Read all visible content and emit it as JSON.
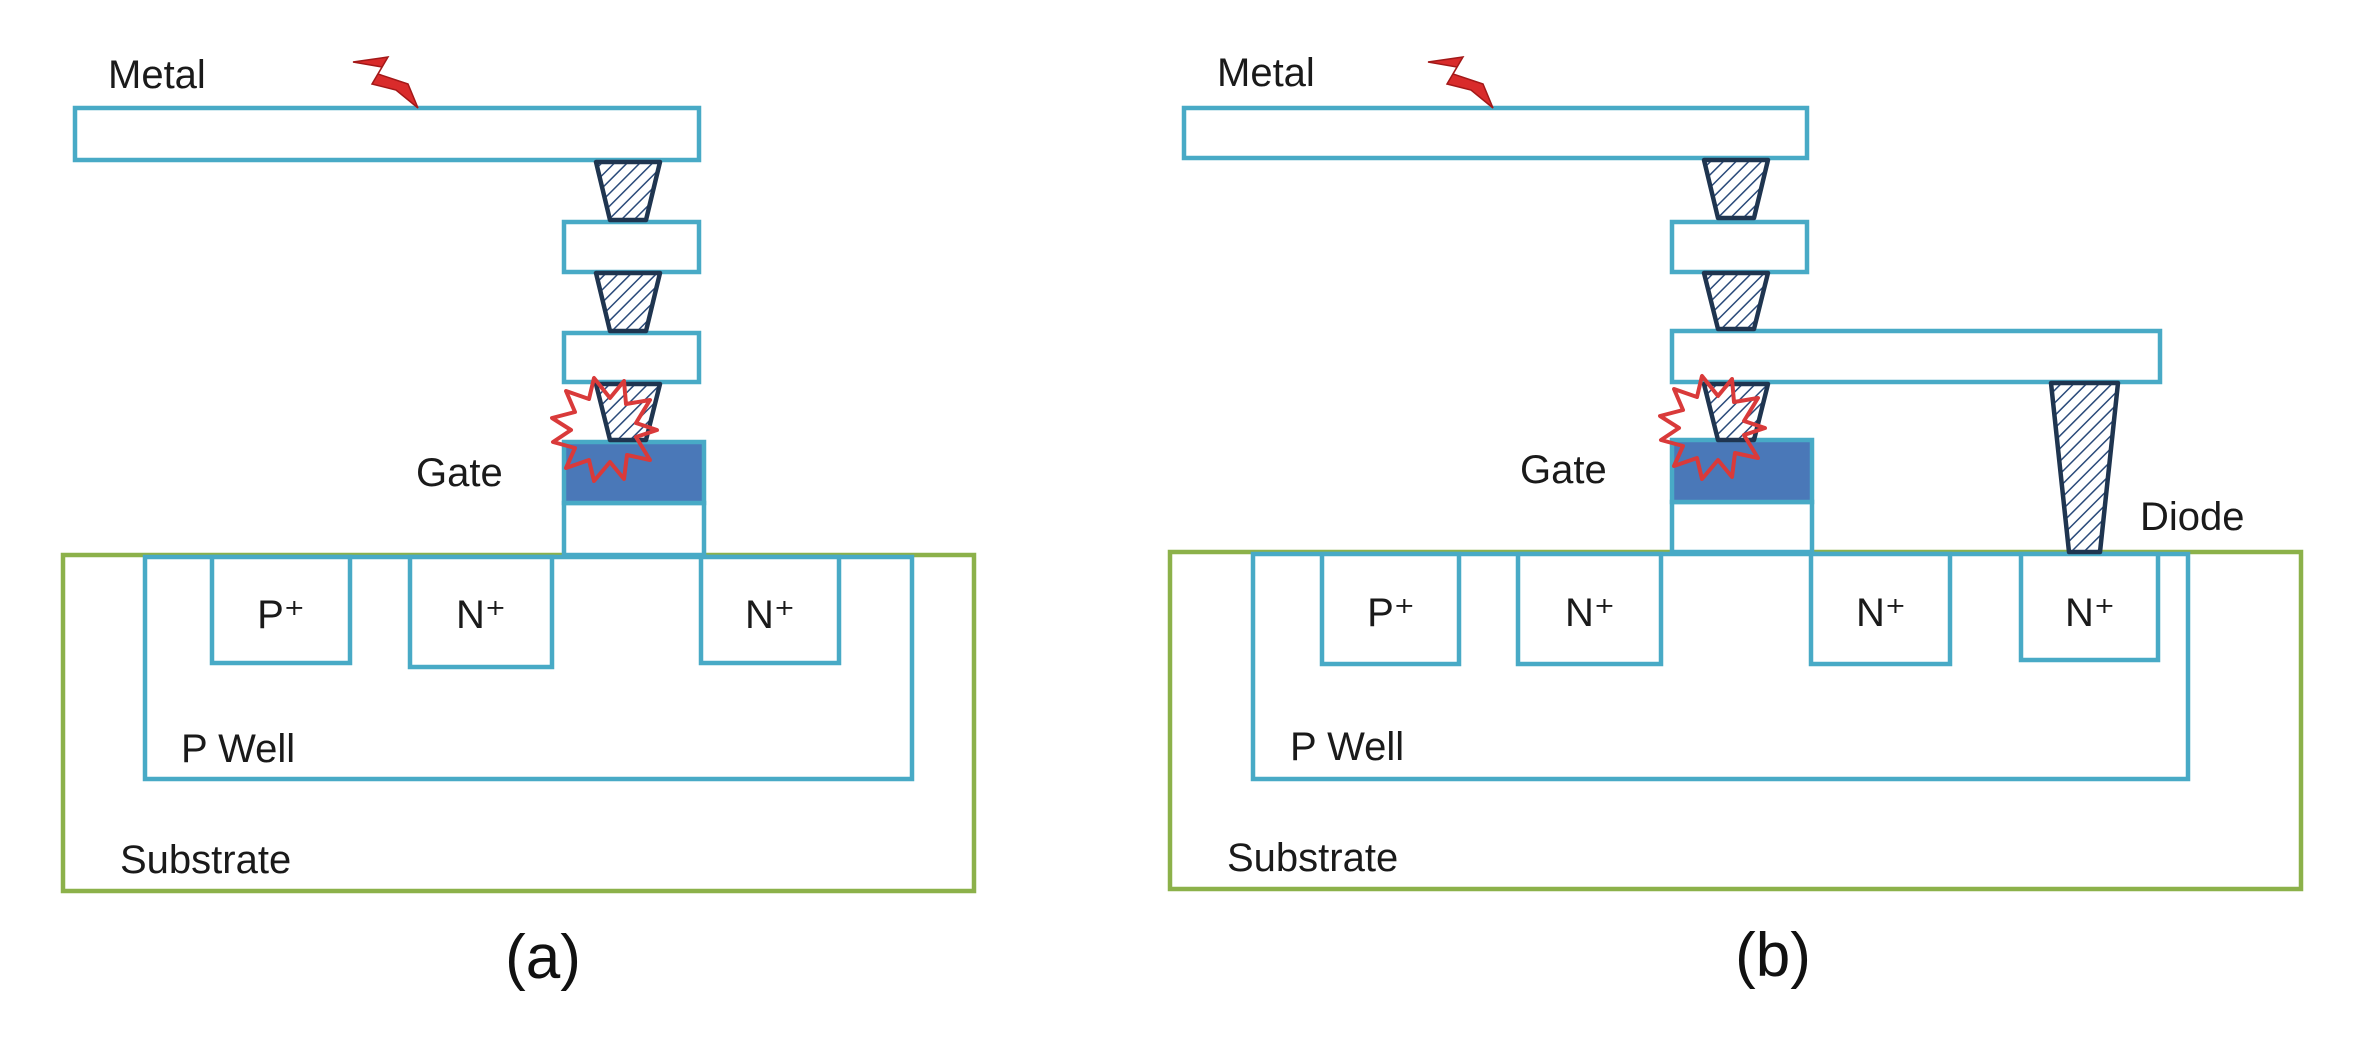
{
  "colors": {
    "outline": "#48aac6",
    "substrate_outline": "#8cb14a",
    "gate_fill": "#4a78b8",
    "via_outline": "#1f3550",
    "spark": "#d93a3a"
  },
  "icons": [
    "lightning-icon",
    "damage-burst-icon"
  ],
  "panels": [
    {
      "id": "a",
      "caption": "(a)",
      "labels": {
        "metal": "Metal",
        "gate": "Gate",
        "p_well": "P Well",
        "substrate": "Substrate",
        "diffusions": [
          "P⁺",
          "N⁺",
          "N⁺"
        ]
      }
    },
    {
      "id": "b",
      "caption": "(b)",
      "labels": {
        "metal": "Metal",
        "gate": "Gate",
        "p_well": "P Well",
        "substrate": "Substrate",
        "diode": "Diode",
        "diffusions": [
          "P⁺",
          "N⁺",
          "N⁺",
          "N⁺"
        ]
      }
    }
  ]
}
